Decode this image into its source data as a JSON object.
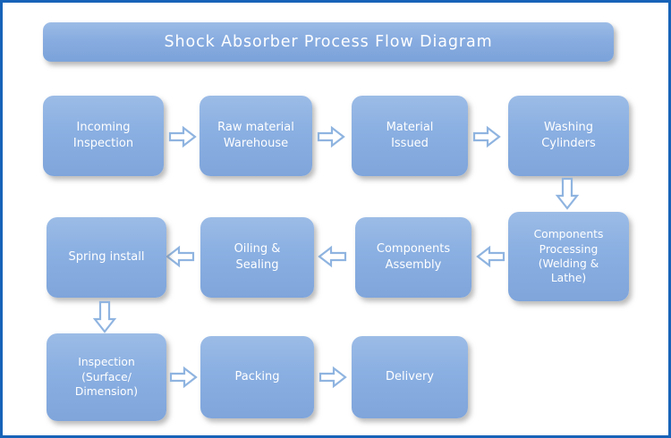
{
  "diagram": {
    "title": "Shock Absorber  Process  Flow  Diagram",
    "frame_color": "#1763b8",
    "node_color": "#88ace0",
    "node_text_color": "#ffffff",
    "arrow_outline_color": "#8fb4e0",
    "arrow_fill_color": "#ffffff",
    "background_color": "#ffffff"
  },
  "nodes": [
    {
      "id": "incoming-inspection",
      "label": "Incoming\nInspection",
      "row": 1,
      "col": 1
    },
    {
      "id": "raw-material-warehouse",
      "label": "Raw material\nWarehouse",
      "row": 1,
      "col": 2
    },
    {
      "id": "material-issued",
      "label": "Material\nIssued",
      "row": 1,
      "col": 3
    },
    {
      "id": "washing-cylinders",
      "label": "Washing\nCylinders",
      "row": 1,
      "col": 4
    },
    {
      "id": "components-processing",
      "label": "Components\nProcessing\n(Welding &\nLathe)",
      "row": 2,
      "col": 4
    },
    {
      "id": "components-assembly",
      "label": "Components\nAssembly",
      "row": 2,
      "col": 3
    },
    {
      "id": "oiling-sealing",
      "label": "Oiling &\nSealing",
      "row": 2,
      "col": 2
    },
    {
      "id": "spring-install",
      "label": "Spring install",
      "row": 2,
      "col": 1
    },
    {
      "id": "inspection-surface-dimension",
      "label": "Inspection\n(Surface/\nDimension)",
      "row": 3,
      "col": 1
    },
    {
      "id": "packing",
      "label": "Packing",
      "row": 3,
      "col": 2
    },
    {
      "id": "delivery",
      "label": "Delivery",
      "row": 3,
      "col": 3
    }
  ],
  "connectors": [
    {
      "id": "arrow-incoming-to-raw",
      "from": "incoming-inspection",
      "to": "raw-material-warehouse",
      "direction": "right"
    },
    {
      "id": "arrow-raw-to-material",
      "from": "raw-material-warehouse",
      "to": "material-issued",
      "direction": "right"
    },
    {
      "id": "arrow-material-to-washing",
      "from": "material-issued",
      "to": "washing-cylinders",
      "direction": "right"
    },
    {
      "id": "arrow-washing-to-processing",
      "from": "washing-cylinders",
      "to": "components-processing",
      "direction": "down"
    },
    {
      "id": "arrow-processing-to-assembly",
      "from": "components-processing",
      "to": "components-assembly",
      "direction": "left"
    },
    {
      "id": "arrow-assembly-to-oiling",
      "from": "components-assembly",
      "to": "oiling-sealing",
      "direction": "left"
    },
    {
      "id": "arrow-oiling-to-spring",
      "from": "oiling-sealing",
      "to": "spring-install",
      "direction": "left"
    },
    {
      "id": "arrow-spring-to-inspection",
      "from": "spring-install",
      "to": "inspection-surface-dimension",
      "direction": "down"
    },
    {
      "id": "arrow-inspection-to-packing",
      "from": "inspection-surface-dimension",
      "to": "packing",
      "direction": "right"
    },
    {
      "id": "arrow-packing-to-delivery",
      "from": "packing",
      "to": "delivery",
      "direction": "right"
    }
  ]
}
